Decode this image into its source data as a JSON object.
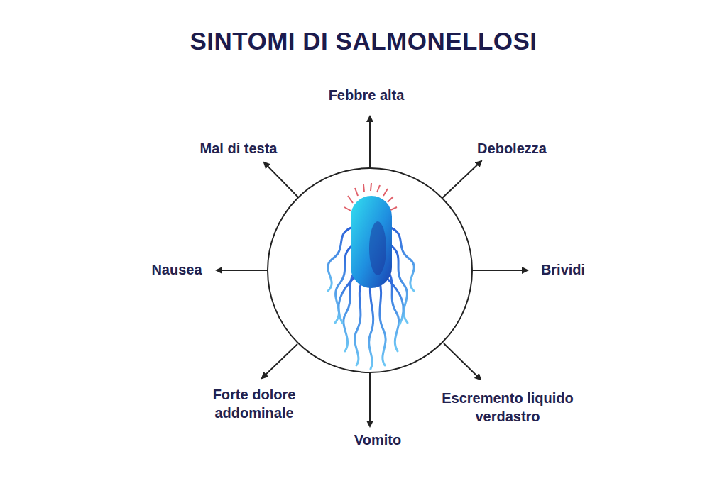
{
  "diagram": {
    "title": "SINTOMI DI SALMONELLOSI",
    "labels": [
      "Febbre alta",
      "Mal di testa",
      "Debolezza",
      "Nausea",
      "Brividi",
      "Forte dolore addominale",
      "Escremento liquido verdastro",
      "Vomito"
    ]
  }
}
